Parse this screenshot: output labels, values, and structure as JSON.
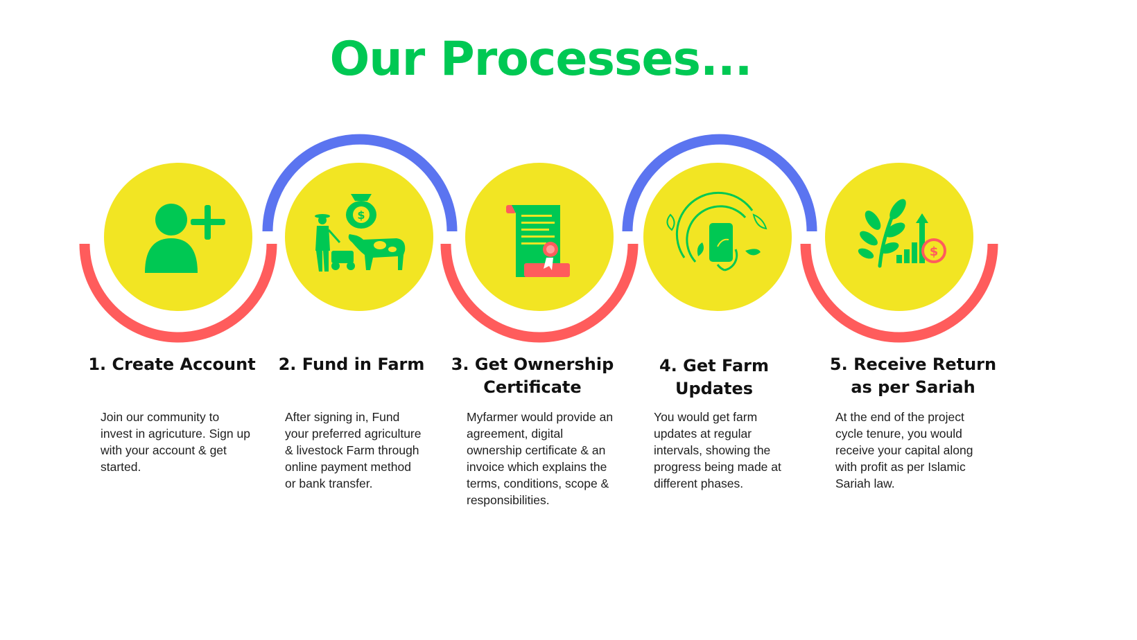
{
  "title": "Our Processes...",
  "colors": {
    "title": "#00c853",
    "circle_fill": "#f2e523",
    "icon": "#00c853",
    "arc_top": "#5b74f0",
    "arc_bottom": "#ff5c5c",
    "accent_red": "#ff5c5c"
  },
  "steps": [
    {
      "icon": "add-user-icon",
      "title": "1. Create Account",
      "description": "Join our community to invest in agricuture. Sign up with your account & get started."
    },
    {
      "icon": "farmer-cow-money-icon",
      "title": "2. Fund in Farm",
      "description": "After signing in, Fund your preferred  agriculture & livestock Farm through online payment method or bank transfer."
    },
    {
      "icon": "certificate-icon",
      "title": "3. Get Ownership Certificate",
      "description": "Myfarmer would provide an agreement, digital ownership certificate & an invoice which explains the terms, conditions, scope & responsibilities."
    },
    {
      "icon": "mobile-refresh-icon",
      "title": "4. Get Farm Updates",
      "description": "You would get farm updates at regular intervals, showing the progress being made at different phases."
    },
    {
      "icon": "plant-growth-icon",
      "title": "5. Receive Return as per Sariah",
      "description": "At the end of the project cycle tenure, you would receive your capital along with profit as per Islamic Sariah law."
    }
  ]
}
